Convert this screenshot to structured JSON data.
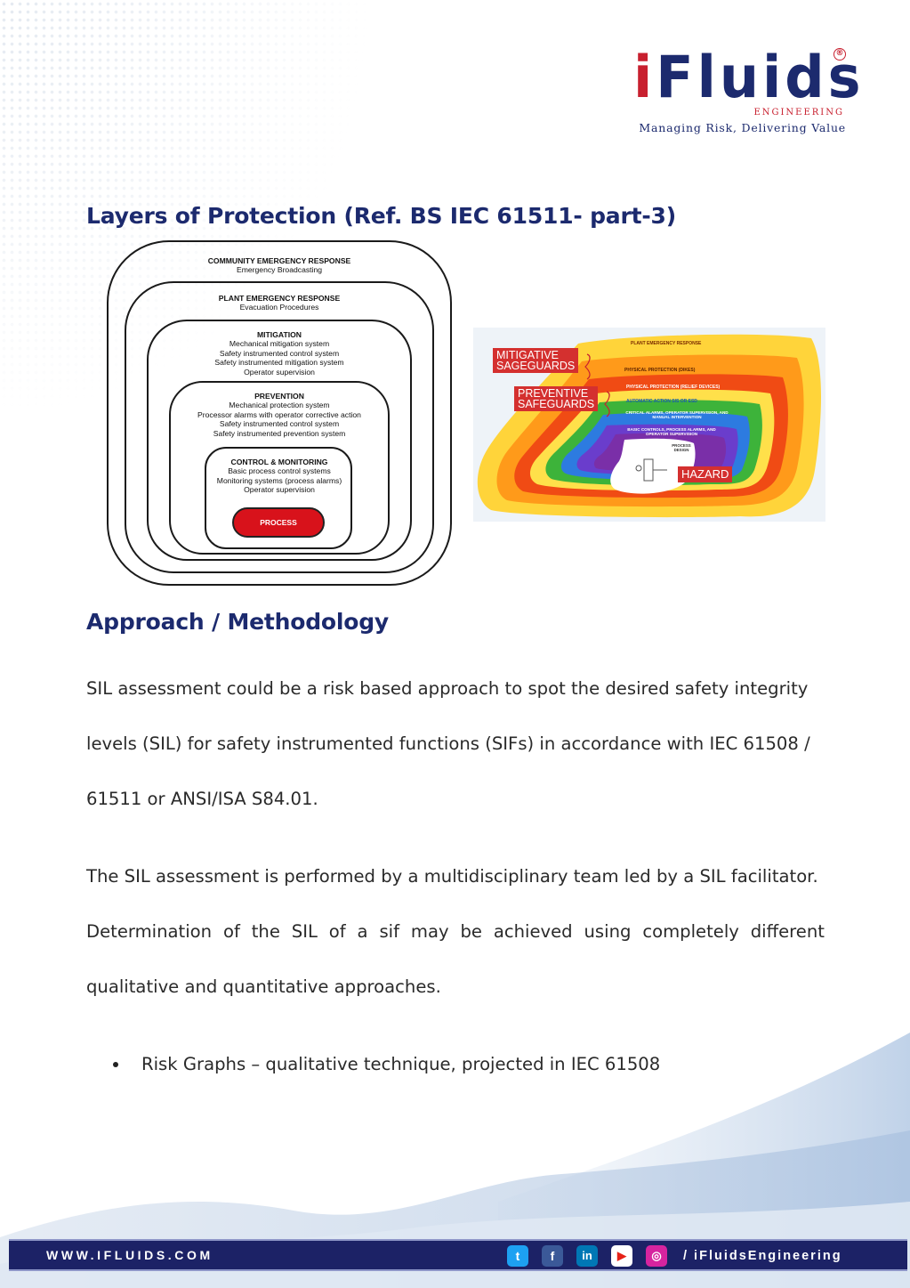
{
  "logo": {
    "brand": "iFluids",
    "registered": "®",
    "subtitle": "ENGINEERING",
    "tagline": "Managing Risk, Delivering Value"
  },
  "section1": {
    "heading": "Layers of Protection (Ref. BS IEC 61511- part-3)"
  },
  "protection_layers": [
    {
      "title": "COMMUNITY EMERGENCY RESPONSE",
      "lines": [
        "Emergency Broadcasting"
      ]
    },
    {
      "title": "PLANT EMERGENCY RESPONSE",
      "lines": [
        "Evacuation Procedures"
      ]
    },
    {
      "title": "MITIGATION",
      "lines": [
        "Mechanical mitigation system",
        "Safety instrumented control system",
        "Safety instrumented mitigation system",
        "Operator supervision"
      ]
    },
    {
      "title": "PREVENTION",
      "lines": [
        "Mechanical protection system",
        "Processor alarms with operator corrective action",
        "Safety instrumented control system",
        "Safety instrumented prevention system"
      ]
    },
    {
      "title": "CONTROL & MONITORING",
      "lines": [
        "Basic process control systems",
        "Monitoring systems (process alarms)",
        "Operator supervision"
      ]
    }
  ],
  "process_label": "PROCESS",
  "onion": {
    "mitigative": [
      "MITIGATIVE",
      "SAGEGUARDS"
    ],
    "preventive": [
      "PREVENTIVE",
      "SAFEGUARDS"
    ],
    "hazard": "HAZARD",
    "layers": [
      "PLANT EMERGENCY RESPONSE",
      "PHYSICAL PROTECTION (DIKES)",
      "PHYSICAL PROTECTION (RELIEF DEVICES)",
      "AUTOMATIC ACTION SIS OR ESD",
      "CRITICAL ALARMS, OPERATOR SUPERVISION, AND MANUAL INTERVENTION",
      "BASIC CONTROLS, PROCESS ALARMS, AND OPERATOR SUPERVISION",
      "PROCESS DESIGN"
    ],
    "colors": [
      "#ffd43a",
      "#ff9a1a",
      "#f04b14",
      "#ffe04a",
      "#3db33a",
      "#2d7be0",
      "#6a3dcc",
      "#7a2fa8"
    ]
  },
  "section2": {
    "heading": "Approach / Methodology",
    "para1": [
      "SIL assessment could be a risk based approach to spot the desired safety integrity",
      "levels (SIL) for safety instrumented functions (SIFs) in accordance with IEC 61508 /",
      "61511 or ANSI/ISA S84.01."
    ],
    "para2": [
      "The SIL assessment is performed by a multidisciplinary team led by a SIL facilitator.",
      "Determination of the SIL of a sif may be achieved using completely different",
      "qualitative and quantitative approaches."
    ],
    "bullets": [
      "Risk Graphs – qualitative technique, projected in IEC 61508"
    ]
  },
  "footer": {
    "url": "WWW.IFLUIDS.COM",
    "handle": "/ iFluidsEngineering",
    "social_icons": [
      "twitter-icon",
      "facebook-icon",
      "linkedin-icon",
      "youtube-icon",
      "instagram-icon"
    ]
  }
}
